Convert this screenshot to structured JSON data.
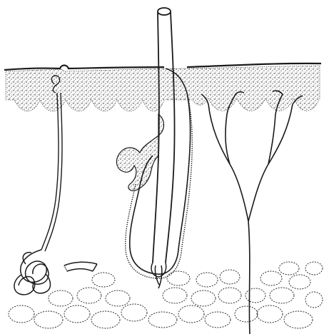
{
  "figure": {
    "kind": "skin-cross-section-illustration",
    "style": "black line drawing, stippled shading",
    "colors": {
      "ink": "#1a1a1a",
      "background": "#ffffff"
    },
    "structures": [
      "epidermis",
      "sweat-gland",
      "sweat-duct",
      "hair-shaft",
      "hair-follicle",
      "sebaceous-gland",
      "hair-papilla",
      "nerve-branches",
      "fat-layer",
      "blood-vessel"
    ]
  }
}
